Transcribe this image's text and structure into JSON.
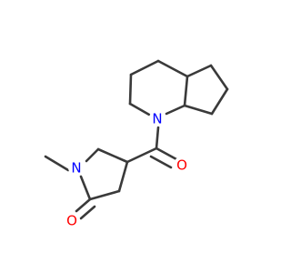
{
  "molecule": {
    "atoms": [
      {
        "id": "N1",
        "element": "N",
        "label": "N",
        "color": "#0000ff"
      },
      {
        "id": "N2",
        "element": "N",
        "label": "N",
        "color": "#0000ff"
      },
      {
        "id": "O1",
        "element": "O",
        "label": "O",
        "color": "#ff0000"
      },
      {
        "id": "O2",
        "element": "O",
        "label": "O",
        "color": "#ff0000"
      }
    ],
    "bond_color": "#3a3a3a"
  }
}
